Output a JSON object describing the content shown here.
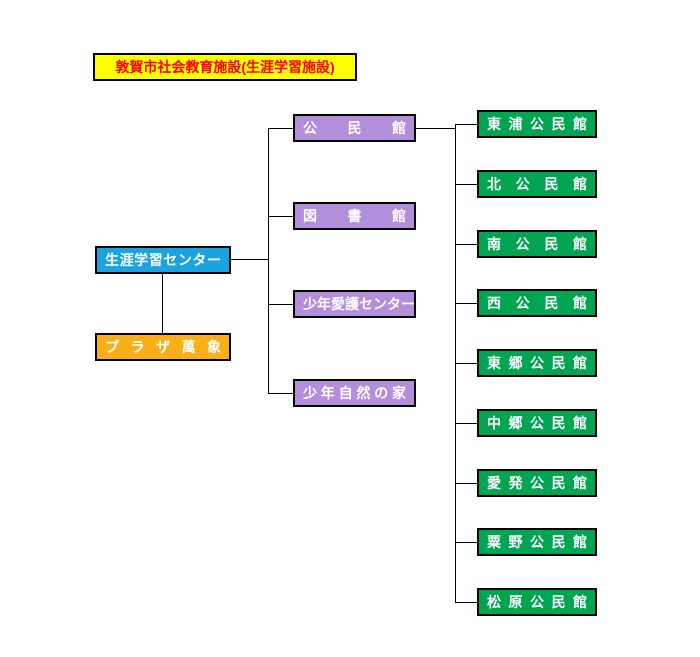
{
  "title": {
    "text": "敦賀市社会教育施設(生涯学習施設)"
  },
  "org_chart": {
    "root": {
      "label": "生涯学習センター"
    },
    "root_attachment": {
      "label": "プラザ萬象"
    },
    "branches": [
      {
        "label": "公民館"
      },
      {
        "label": "図書館"
      },
      {
        "label": "少年愛護センター"
      },
      {
        "label": "少年自然の家"
      }
    ],
    "leaves": [
      {
        "label": "東浦公民館"
      },
      {
        "label": "北公民館"
      },
      {
        "label": "南公民館"
      },
      {
        "label": "西公民館"
      },
      {
        "label": "東郷公民館"
      },
      {
        "label": "中郷公民館"
      },
      {
        "label": "愛発公民館"
      },
      {
        "label": "粟野公民館"
      },
      {
        "label": "松原公民館"
      }
    ]
  },
  "colors": {
    "title_bg": "#ffff00",
    "title_text": "#ff0000",
    "root_bg": "#1ba2e0",
    "attachment_bg": "#f9af18",
    "branch_bg": "#b38edb",
    "leaf_bg": "#00a551",
    "node_text": "#ffffff",
    "connector": "#000000",
    "page_bg": "#ffffff"
  }
}
